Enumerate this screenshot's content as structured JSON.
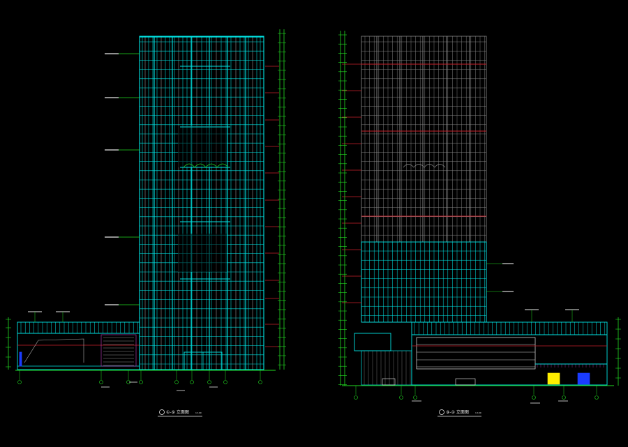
{
  "drawing": {
    "background": "#000000",
    "colors": {
      "curtain_wall": "#00e5e5",
      "mullion_grey": "#8a8a8a",
      "floor_line_red": "#c8202a",
      "dimension_green": "#22dd22",
      "label_white": "#e8e8e8",
      "door_yellow": "#ffee00",
      "door_blue": "#1a3cff",
      "annotation_magenta": "#c040c0"
    },
    "icons": [
      "section-marker-icon",
      "axis-bubble-icon",
      "elevation-marker-icon"
    ]
  },
  "elevations": [
    {
      "id": "left",
      "caption": "①-⑨ 立面图",
      "scale": "1:100"
    },
    {
      "id": "right",
      "caption": "⑨-① 立面图",
      "scale": "1:100"
    }
  ]
}
